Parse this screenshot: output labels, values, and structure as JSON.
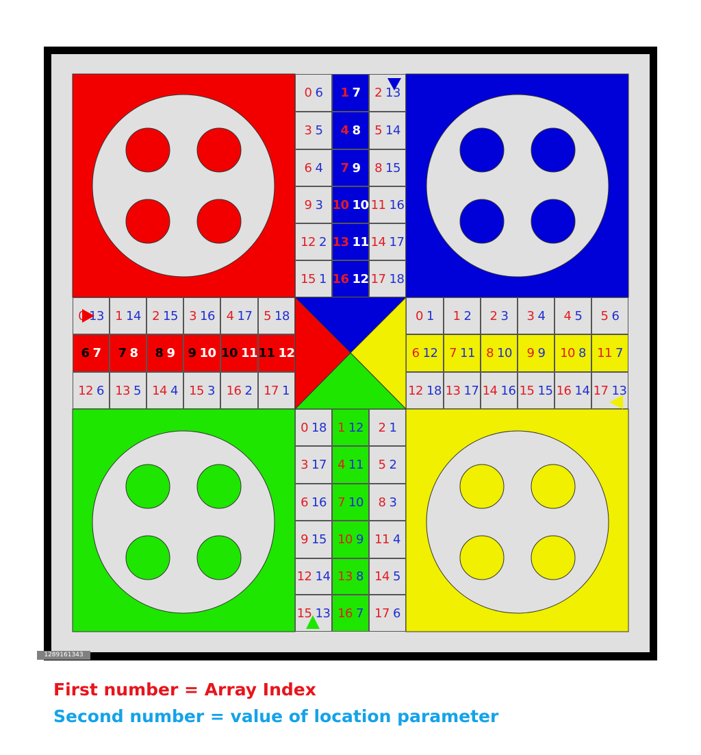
{
  "colors": {
    "red": "#f20000",
    "blue": "#0000d9",
    "yellow": "#f0f000",
    "green": "#1ee600",
    "cell": "#e0e0e0",
    "frame": "#000000",
    "index_text": "#e31b23",
    "value_text": "#1f2fd1"
  },
  "legend": {
    "line1": "First number = Array Index",
    "line2": "Second number = value of location parameter"
  },
  "stock_id": "1289161343",
  "arrows": [
    {
      "cell": "blue-r-col2-0",
      "color": "blue",
      "direction": "down"
    },
    {
      "cell": "red-t-row0-0",
      "color": "red",
      "direction": "right"
    },
    {
      "cell": "yellow-b-row2-5",
      "color": "yellow",
      "direction": "left"
    },
    {
      "cell": "green-b-col0-5",
      "color": "green",
      "direction": "up"
    }
  ],
  "tracks": {
    "top_arm": {
      "col0": {
        "fill": "cell",
        "style": "normal",
        "cells": [
          [
            "0",
            "6"
          ],
          [
            "3",
            "5"
          ],
          [
            "6",
            "4"
          ],
          [
            "9",
            "3"
          ],
          [
            "12",
            "2"
          ],
          [
            "15",
            "1"
          ]
        ]
      },
      "col1": {
        "fill": "blue",
        "style": "home_blue",
        "cells": [
          [
            "1",
            "7"
          ],
          [
            "4",
            "8"
          ],
          [
            "7",
            "9"
          ],
          [
            "10",
            "10"
          ],
          [
            "13",
            "11"
          ],
          [
            "16",
            "12"
          ]
        ]
      },
      "col2": {
        "fill": "cell",
        "style": "normal",
        "cells": [
          [
            "2",
            "13"
          ],
          [
            "5",
            "14"
          ],
          [
            "8",
            "15"
          ],
          [
            "11",
            "16"
          ],
          [
            "14",
            "17"
          ],
          [
            "17",
            "18"
          ]
        ]
      }
    },
    "left_arm": {
      "row0": {
        "fill": "cell",
        "style": "normal",
        "cells": [
          [
            "0",
            "13"
          ],
          [
            "1",
            "14"
          ],
          [
            "2",
            "15"
          ],
          [
            "3",
            "16"
          ],
          [
            "4",
            "17"
          ],
          [
            "5",
            "18"
          ]
        ]
      },
      "row1": {
        "fill": "red",
        "style": "home_red",
        "cells": [
          [
            "6",
            "7"
          ],
          [
            "7",
            "8"
          ],
          [
            "8",
            "9"
          ],
          [
            "9",
            "10"
          ],
          [
            "10",
            "11"
          ],
          [
            "11",
            "12"
          ]
        ]
      },
      "row2": {
        "fill": "cell",
        "style": "normal",
        "cells": [
          [
            "12",
            "6"
          ],
          [
            "13",
            "5"
          ],
          [
            "14",
            "4"
          ],
          [
            "15",
            "3"
          ],
          [
            "16",
            "2"
          ],
          [
            "17",
            "1"
          ]
        ]
      }
    },
    "right_arm": {
      "row0": {
        "fill": "cell",
        "style": "normal",
        "cells": [
          [
            "0",
            "1"
          ],
          [
            "1",
            "2"
          ],
          [
            "2",
            "3"
          ],
          [
            "3",
            "4"
          ],
          [
            "4",
            "5"
          ],
          [
            "5",
            "6"
          ]
        ]
      },
      "row1": {
        "fill": "yellow",
        "style": "normal",
        "cells": [
          [
            "6",
            "12"
          ],
          [
            "7",
            "11"
          ],
          [
            "8",
            "10"
          ],
          [
            "9",
            "9"
          ],
          [
            "10",
            "8"
          ],
          [
            "11",
            "7"
          ]
        ]
      },
      "row2": {
        "fill": "cell",
        "style": "normal",
        "cells": [
          [
            "12",
            "18"
          ],
          [
            "13",
            "17"
          ],
          [
            "14",
            "16"
          ],
          [
            "15",
            "15"
          ],
          [
            "16",
            "14"
          ],
          [
            "17",
            "13"
          ]
        ]
      }
    },
    "bottom_arm": {
      "col0": {
        "fill": "cell",
        "style": "normal",
        "cells": [
          [
            "0",
            "18"
          ],
          [
            "3",
            "17"
          ],
          [
            "6",
            "16"
          ],
          [
            "9",
            "15"
          ],
          [
            "12",
            "14"
          ],
          [
            "15",
            "13"
          ]
        ]
      },
      "col1": {
        "fill": "green",
        "style": "normal",
        "cells": [
          [
            "1",
            "12"
          ],
          [
            "4",
            "11"
          ],
          [
            "7",
            "10"
          ],
          [
            "10",
            "9"
          ],
          [
            "13",
            "8"
          ],
          [
            "16",
            "7"
          ]
        ]
      },
      "col2": {
        "fill": "cell",
        "style": "normal",
        "cells": [
          [
            "2",
            "1"
          ],
          [
            "5",
            "2"
          ],
          [
            "8",
            "3"
          ],
          [
            "11",
            "4"
          ],
          [
            "14",
            "5"
          ],
          [
            "17",
            "6"
          ]
        ]
      }
    }
  }
}
